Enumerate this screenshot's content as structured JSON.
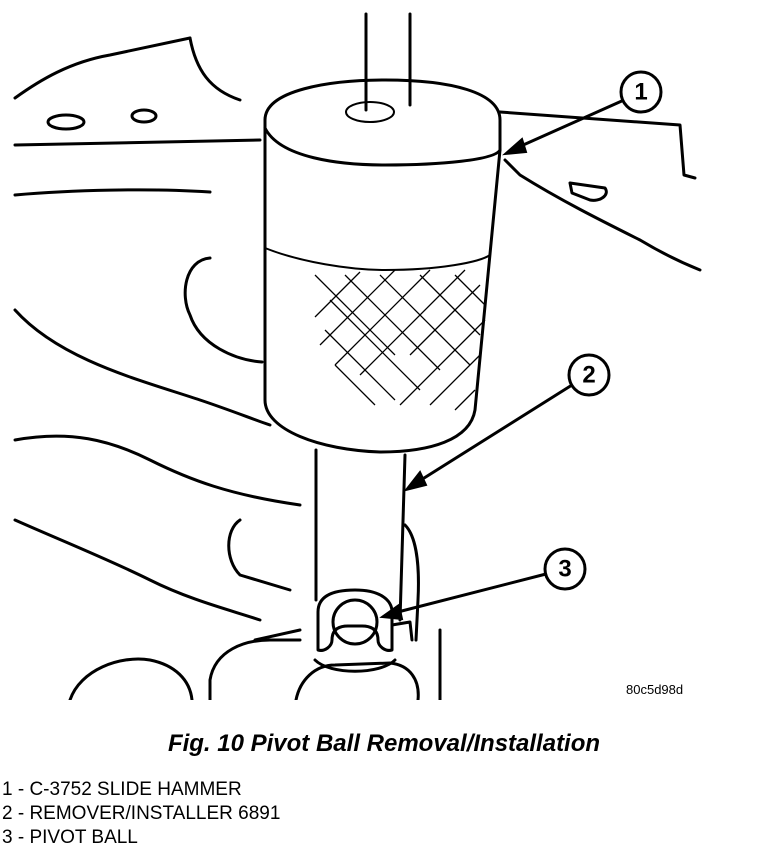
{
  "figure": {
    "image_code": "80c5d98d",
    "callouts": [
      {
        "number": "1"
      },
      {
        "number": "2"
      },
      {
        "number": "3"
      }
    ]
  },
  "caption": "Fig. 10 Pivot Ball Removal/Installation",
  "legend": [
    {
      "text": "1 - C-3752 SLIDE HAMMER"
    },
    {
      "text": "2 - REMOVER/INSTALLER 6891"
    },
    {
      "text": "3 - PIVOT BALL"
    }
  ]
}
